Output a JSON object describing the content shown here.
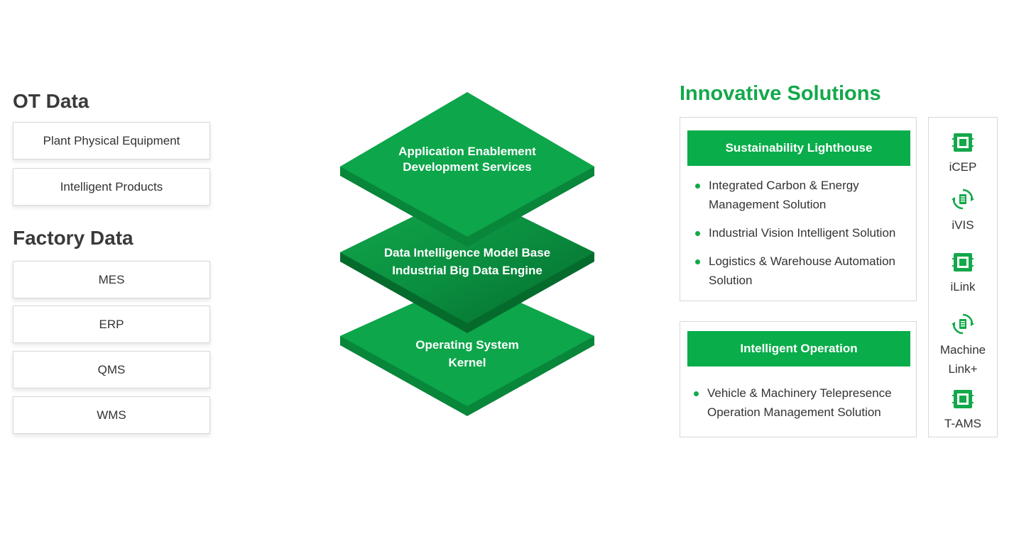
{
  "ot": {
    "heading": "OT Data",
    "items": [
      "Plant Physical Equipment",
      "Intelligent Products"
    ]
  },
  "factory": {
    "heading": "Factory Data",
    "items": [
      "MES",
      "ERP",
      "QMS",
      "WMS"
    ]
  },
  "stack": {
    "top": [
      "Application Enablement",
      "Development Services"
    ],
    "middle": [
      "Data Intelligence Model Base",
      "Industrial Big Data Engine"
    ],
    "bottom": [
      "Operating System",
      "Kernel"
    ]
  },
  "solutions": {
    "title": "Innovative Solutions",
    "sustainability": {
      "label": "Sustainability Lighthouse",
      "items": [
        "Integrated Carbon & Energy Management Solution",
        "Industrial Vision Intelligent Solution",
        "Logistics & Warehouse Automation Solution"
      ]
    },
    "operation": {
      "label": "Intelligent Operation",
      "items": [
        "Vehicle & Machinery Telepresence Operation Management Solution"
      ]
    }
  },
  "products": [
    {
      "label": "iCEP",
      "icon": "chip-icon"
    },
    {
      "label": "iVIS",
      "icon": "cycle-icon"
    },
    {
      "label": "iLink",
      "icon": "chip-icon"
    },
    {
      "label": "Machine Link+",
      "icon": "cycle-icon"
    },
    {
      "label": "T-AMS",
      "icon": "chip-icon"
    }
  ],
  "colors": {
    "accent": "#13a84a",
    "header_fill": "#09ad4a",
    "layer_face": "#0da64b",
    "layer_side": "#08863a",
    "layer_mid_dark": "#056b2c"
  }
}
